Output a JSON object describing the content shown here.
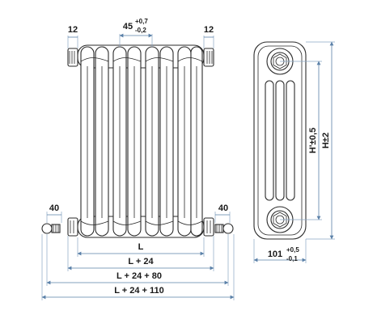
{
  "front_view": {
    "top_left_spacing": "12",
    "top_right_spacing": "12",
    "section_pitch": "45",
    "section_pitch_tol_plus": "+0,7",
    "section_pitch_tol_minus": "-0,2",
    "bottom_left_offset": "40",
    "bottom_right_offset": "40",
    "length_L": "L",
    "length_L24": "L + 24",
    "length_L24_80": "L + 24 + 80",
    "length_L24_110": "L + 24 + 110"
  },
  "side_view": {
    "axis_height": "H'±0,5",
    "overall_height": "H±2",
    "depth": "101",
    "depth_tol_plus": "+0,5",
    "depth_tol_minus": "-0,1"
  }
}
